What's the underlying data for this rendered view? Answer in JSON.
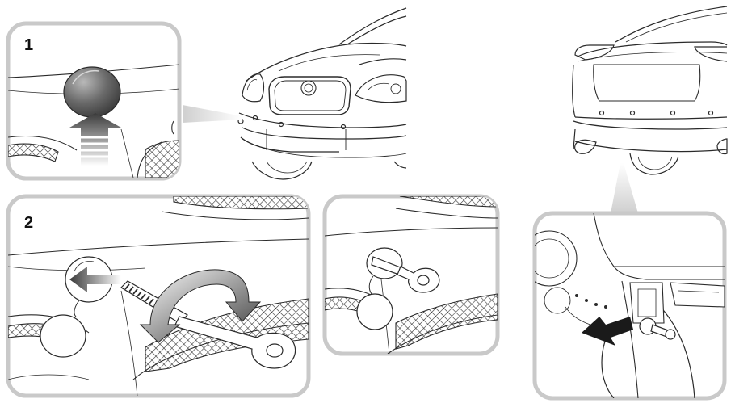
{
  "panels": [
    {
      "id": "step1",
      "step_label": "1"
    },
    {
      "id": "step2",
      "step_label": "2"
    },
    {
      "id": "eye-installed"
    },
    {
      "id": "rear-detail"
    }
  ],
  "colors": {
    "line": "#2a2a2a",
    "frame": "#c9c9c9",
    "frame_fill": "#ffffff",
    "arrow_dark": "#1a1a1a",
    "pointer_grey": "#d6d6d6",
    "cap_dark": "#5a5a5a",
    "cap_light": "#9a9a9a",
    "mesh": "#3a3a3a"
  }
}
